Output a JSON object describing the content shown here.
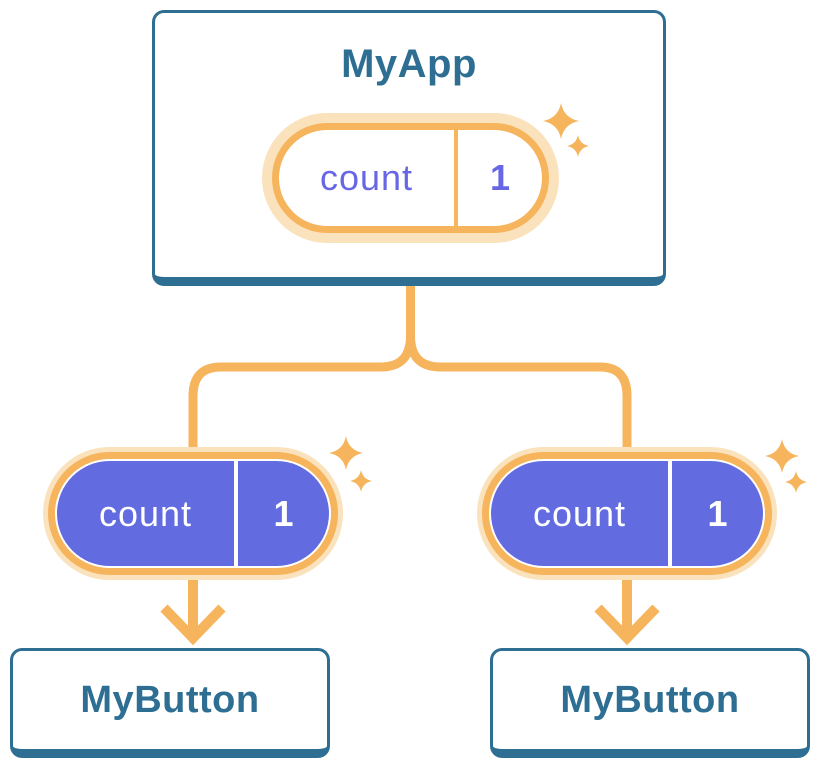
{
  "diagram": {
    "root": {
      "title": "MyApp",
      "state": {
        "label": "count",
        "value": "1"
      }
    },
    "children": [
      {
        "title": "MyButton",
        "prop": {
          "label": "count",
          "value": "1"
        }
      },
      {
        "title": "MyButton",
        "prop": {
          "label": "count",
          "value": "1"
        }
      }
    ],
    "colors": {
      "blue": "#2E6E93",
      "orange": "#F6B45C",
      "orange_light": "#FAE2BC",
      "purple": "#626CE0",
      "purple_text": "#6767E6",
      "white": "#FFFFFF"
    }
  }
}
